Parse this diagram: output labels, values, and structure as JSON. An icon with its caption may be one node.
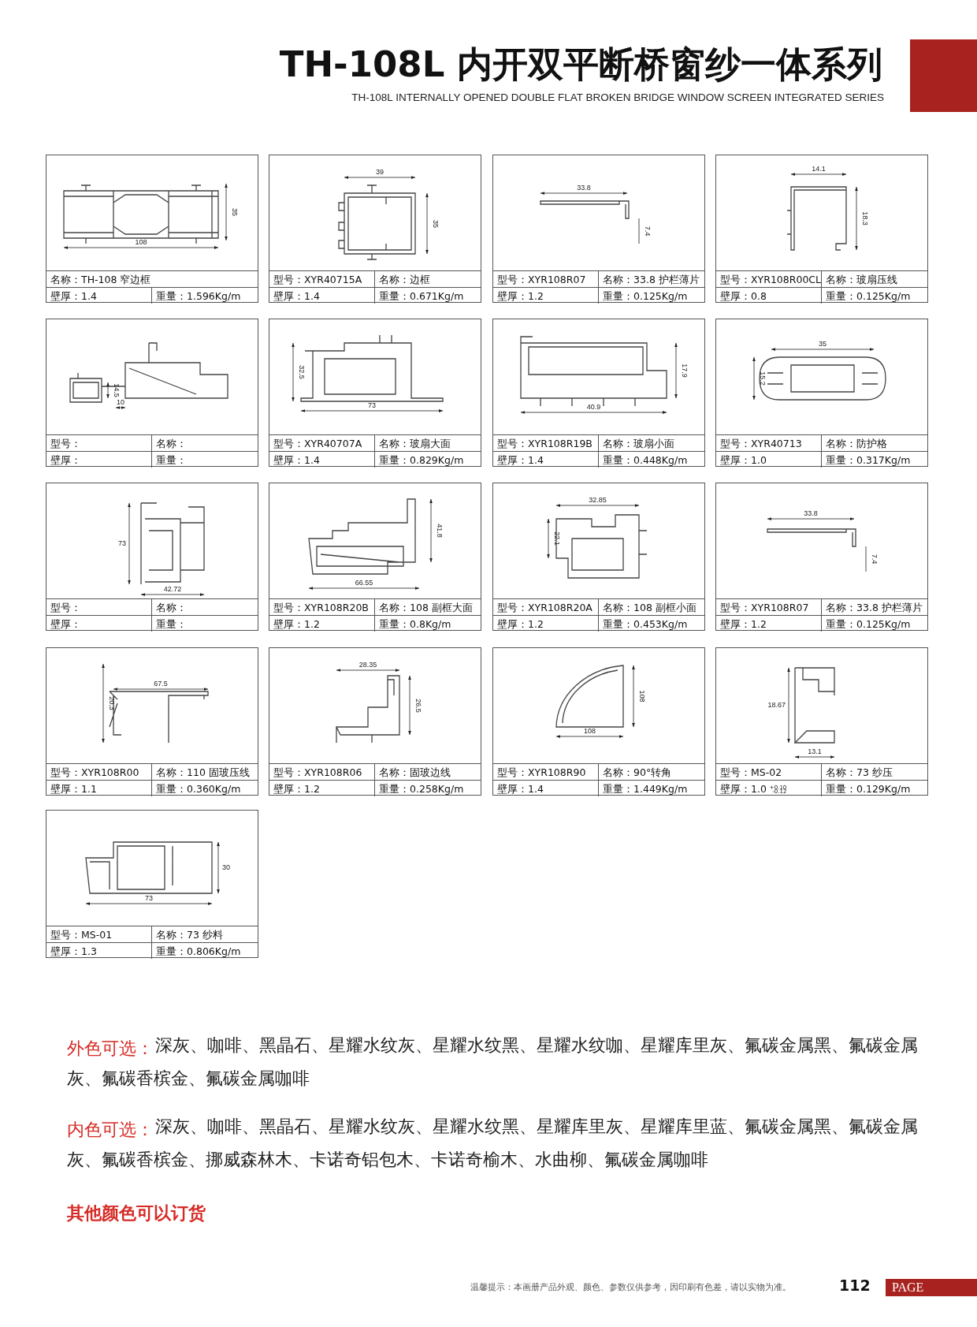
{
  "diagram": {
    "title": "TH-108L 内开双平断桥窗纱一体系列",
    "nodes": [
      {
        "text": [
          "108",
          "35",
          "名称：TH-108 窄边框",
          "壁厚：1.4",
          "重量：1.596Kg/m"
        ]
      },
      {
        "text": [
          "39",
          "35",
          "型号：XYR40715A",
          "名称：边框",
          "壁厚：1.4",
          "重量：0.671Kg/m"
        ]
      },
      {
        "text": [
          "33.8",
          "7.4",
          "型号：XYR108R07",
          "名称：33.8 护栏薄片",
          "壁厚：1.2",
          "重量：0.125Kg/m"
        ]
      },
      {
        "text": [
          "14.1",
          "18.3",
          "型号：XYR108R00CL",
          "名称：玻扇压线",
          "壁厚：0.8",
          "重量：0.125Kg/m"
        ]
      },
      {
        "text": [
          "14.5",
          "10",
          "型号：",
          "名称：",
          "壁厚：",
          "重量："
        ]
      },
      {
        "text": [
          "32.5",
          "73",
          "型号：XYR40707A",
          "名称：玻扇大面",
          "壁厚：1.4",
          "重量：0.829Kg/m"
        ]
      },
      {
        "text": [
          "17.9",
          "40.9",
          "型号：XYR108R19B",
          "名称：玻扇小面",
          "壁厚：1.4",
          "重量：0.448Kg/m"
        ]
      },
      {
        "text": [
          "35",
          "15.2",
          "型号：XYR40713",
          "名称：防护格",
          "壁厚：1.0",
          "重量：0.317Kg/m"
        ]
      },
      {
        "text": [
          "73",
          "42.72",
          "型号：",
          "名称：",
          "壁厚：",
          "重量："
        ]
      },
      {
        "text": [
          "41.8",
          "66.55",
          "型号：XYR108R20B",
          "名称：108 副框大面",
          "壁厚：1.2",
          "重量：0.8Kg/m"
        ]
      },
      {
        "text": [
          "32.85",
          "22.1",
          "型号：XYR108R20A",
          "名称：108 副框小面",
          "壁厚：1.2",
          "重量：0.453Kg/m"
        ]
      },
      {
        "text": [
          "33.8",
          "7.4",
          "型号：XYR108R07",
          "名称：33.8 护栏薄片",
          "壁厚：1.2",
          "重量：0.125Kg/m"
        ]
      },
      {
        "text": [
          "20.3",
          "67.5",
          "型号：XYR108R00",
          "名称：110 固玻压线",
          "壁厚：1.1",
          "重量：0.360Kg/m"
        ]
      },
      {
        "text": [
          "28.35",
          "26.5",
          "型号：XYR108R06",
          "名称：固玻边线",
          "壁厚：1.2",
          "重量：0.258Kg/m"
        ]
      },
      {
        "text": [
          "108",
          "108",
          "型号：XYR108R90",
          "名称：90°转角",
          "壁厚：1.4",
          "重量：1.449Kg/m"
        ]
      },
      {
        "text": [
          "18.67",
          "13.1",
          "型号：MS-02",
          "名称：73 纱压",
          "壁厚：1.0 $^{+0.10}$$_{-0.12}$",
          "重量：0.129Kg/m"
        ]
      },
      {
        "text": [
          "30",
          "73",
          "型号：MS-01",
          "名称：73 纱料",
          "壁厚：1.3",
          "重量：0.806Kg/m"
        ]
      }
    ],
    "labels": [
      "TH-108L INTERNALLY OPENED DOUBLE FLAT BROKEN BRIDGE WINDOW SCREEN INTEGRATED SERIES",
      "外色可选：",
      "深灰、咖啡、黑晶石、星耀水纹灰、星耀水纹黑、星耀水纹咖、星耀库里灰、氟碳金属黑、氟碳金属灰、氟碳香槟金、氟碳金属咖啡",
      "内色可选：",
      "深灰、咖啡、黑晶石、星耀水纹灰、星耀水纹黑、星耀库里灰、星耀库里蓝、氟碳金属黑、氟碳金属灰、氟碳香槟金、挪威森林木、卡诺奇铝包木、卡诺奇榆木、水曲柳、氟碳金属咖啡",
      "其他颜色可以订货",
      "温馨提示：本画册产品外观、颜色、参数仅供参考，因印刷有色差，请以实物为准。",
      "112",
      "PAGE"
    ]
  }
}
